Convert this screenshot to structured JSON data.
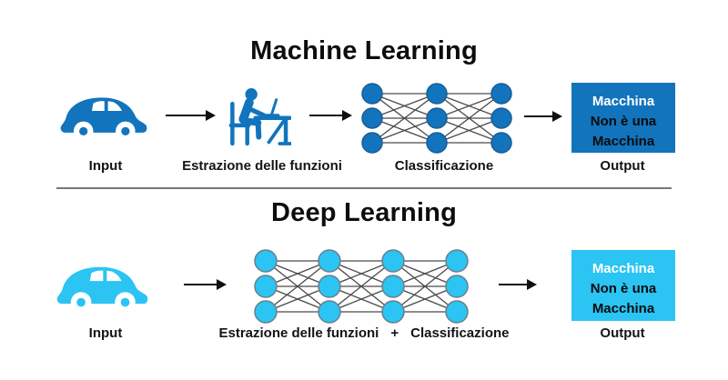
{
  "colors": {
    "ml": "#1274BD",
    "ml_node_stroke": "#1B5C93",
    "dl": "#2BC4F3",
    "dl_node_stroke": "#6B7F8A",
    "edge": "#4A4A4A"
  },
  "ml": {
    "title": "Machine Learning",
    "labels": {
      "input": "Input",
      "extraction": "Estrazione delle funzioni",
      "classification": "Classificazione",
      "output": "Output"
    },
    "output_box": [
      "Macchina",
      "Non è una",
      "Macchina"
    ],
    "network": {
      "layers": [
        3,
        3,
        3
      ]
    }
  },
  "dl": {
    "title": "Deep Learning",
    "labels": {
      "input": "Input",
      "extraction": "Estrazione delle funzioni",
      "plus": "+",
      "classification": "Classificazione",
      "output": "Output"
    },
    "output_box": [
      "Macchina",
      "Non è una",
      "Macchina"
    ],
    "network": {
      "layers": [
        3,
        3,
        3,
        3
      ]
    }
  }
}
